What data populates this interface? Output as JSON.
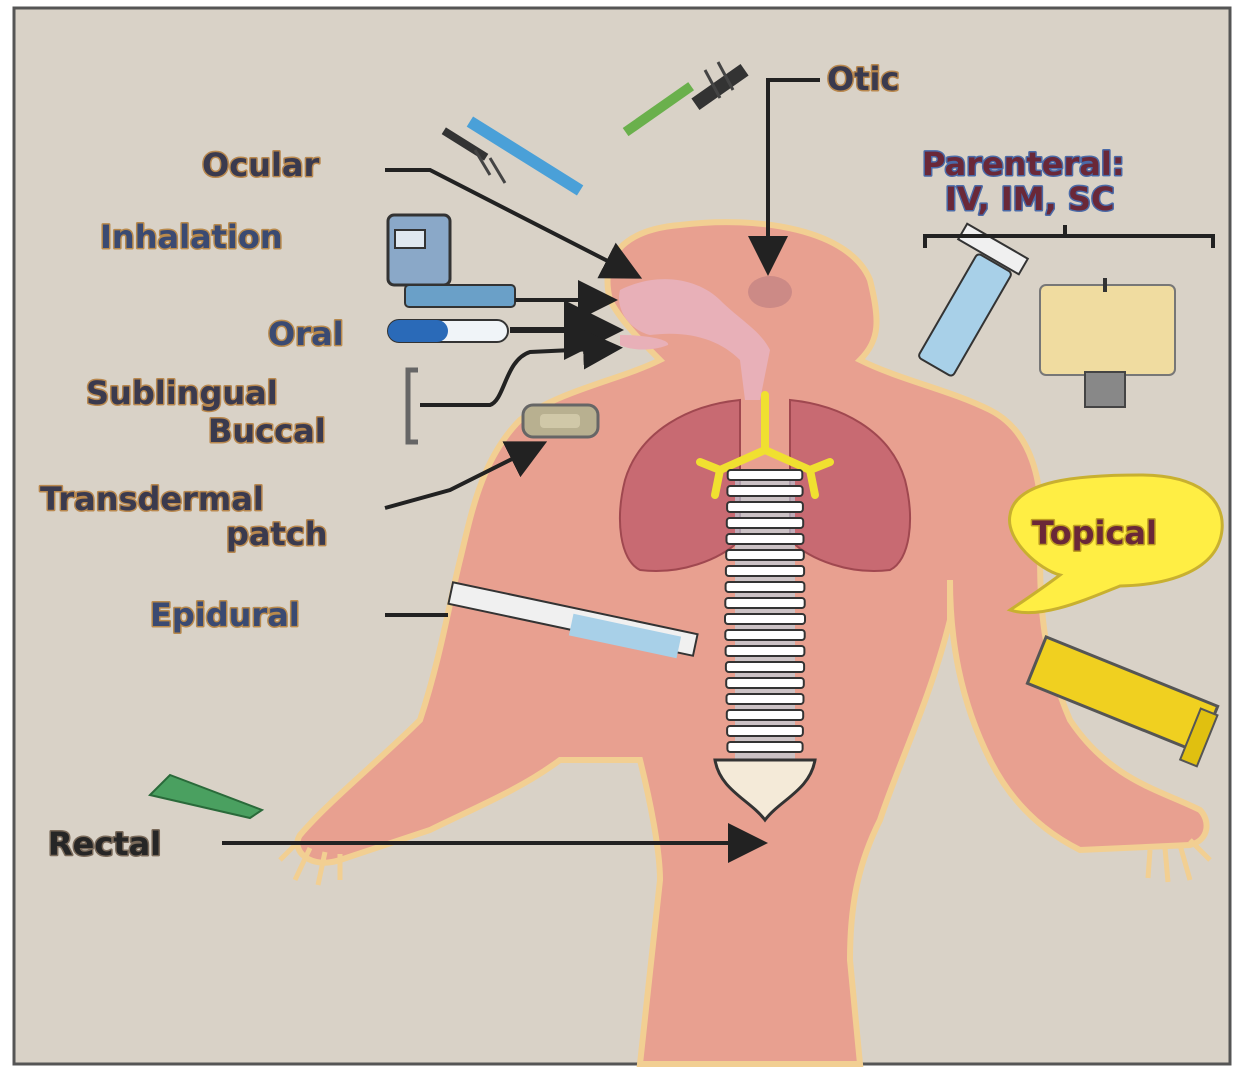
{
  "routes": {
    "otic": "Otic",
    "ocular": "Ocular",
    "inhalation": "Inhalation",
    "oral": "Oral",
    "sublingual": "Sublingual",
    "buccal": "Buccal",
    "transdermal_line1": "Transdermal",
    "transdermal_line2": "patch",
    "epidural": "Epidural",
    "rectal": "Rectal",
    "parenteral_line1": "Parenteral:",
    "parenteral_line2": "IV, IM, SC",
    "topical": "Topical"
  },
  "colors": {
    "background": "#d9d2c7",
    "body": "#e8a090",
    "body_outline": "#f2cf92",
    "lungs": "#c86a72",
    "trachea": "#f0e030",
    "topical_bubble": "#ffee44"
  }
}
